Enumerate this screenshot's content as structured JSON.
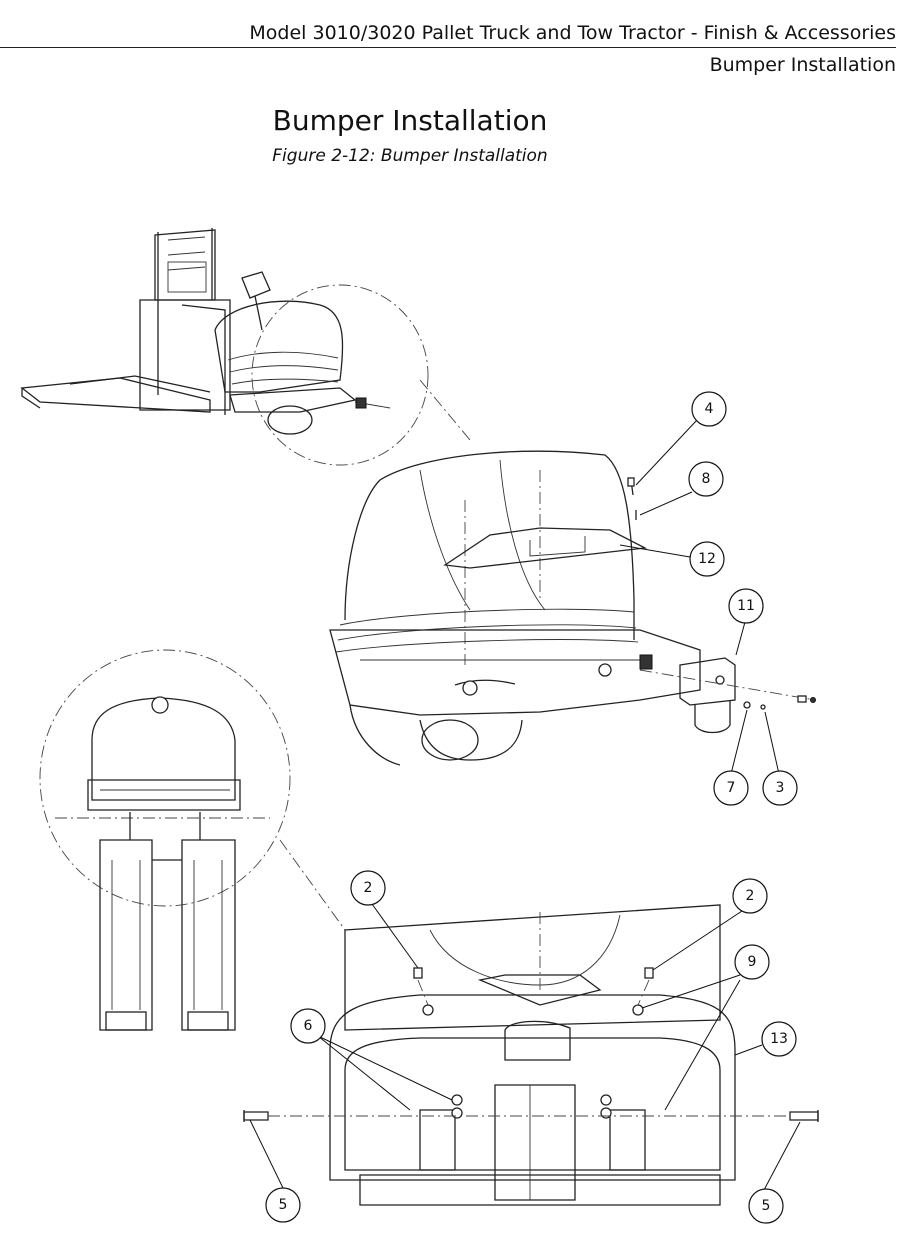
{
  "header": {
    "line1": "Model 3010/3020 Pallet Truck and Tow Tractor - Finish & Accessories",
    "line2": "Bumper Installation"
  },
  "title": "Bumper Installation",
  "caption": "Figure 2-12: Bumper Installation",
  "callouts": {
    "c4": "4",
    "c8": "8",
    "c12": "12",
    "c11": "11",
    "c7": "7",
    "c3": "3",
    "c2a": "2",
    "c2b": "2",
    "c9": "9",
    "c6": "6",
    "c13": "13",
    "c5a": "5",
    "c5b": "5"
  }
}
